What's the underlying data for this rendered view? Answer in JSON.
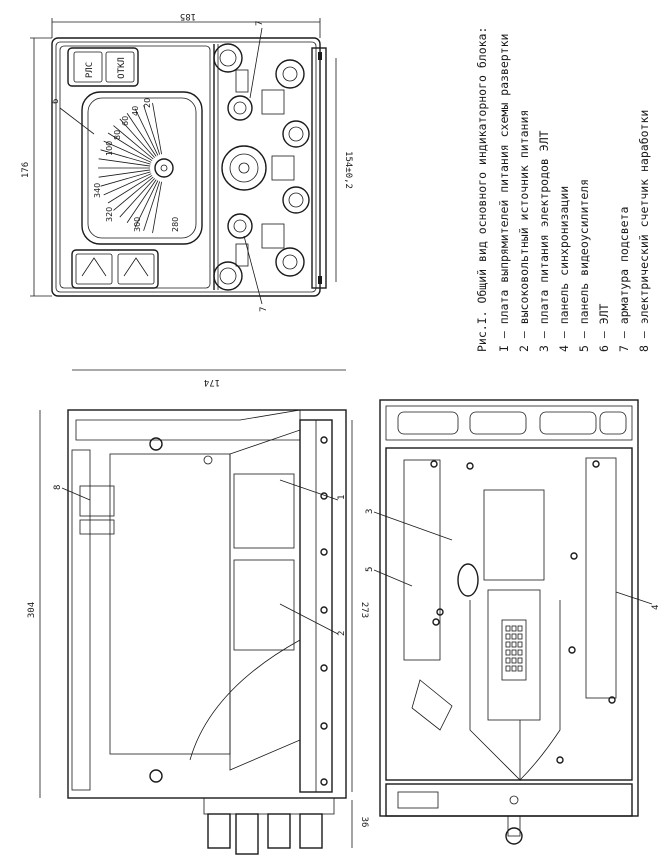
{
  "caption": {
    "title": "Рис.I. Общий вид основного индикаторного блока:",
    "items": [
      "I – плата выпрямителей питания схемы развертки",
      "2 – высоковольтный источник питания",
      "3 – плата питания электродов ЭЛТ",
      "4 – панель синхронизации",
      "5 – панель видеоусилителя",
      "6 – ЭЛТ",
      "7 – арматура подсвета",
      "8 – электрический счетчик наработки"
    ]
  },
  "front_view": {
    "button_pas": "РЛС",
    "button_otkl": "ОТКЛ",
    "dim_width": "185",
    "dim_height": "176",
    "dim_mount": "154±0,2",
    "label_6": "6",
    "label_7a": "7",
    "label_7b": "7",
    "scale_marks": [
      "20",
      "40",
      "60",
      "80",
      "100",
      "280",
      "300",
      "320",
      "340"
    ]
  },
  "side_view": {
    "dim_depth": "174",
    "dim_length": "304",
    "dim_inner": "273",
    "dim_knob": "36",
    "label_8": "8",
    "label_1": "1",
    "label_2": "2"
  },
  "top_view": {
    "label_3": "3",
    "label_4": "4",
    "label_5": "5"
  }
}
